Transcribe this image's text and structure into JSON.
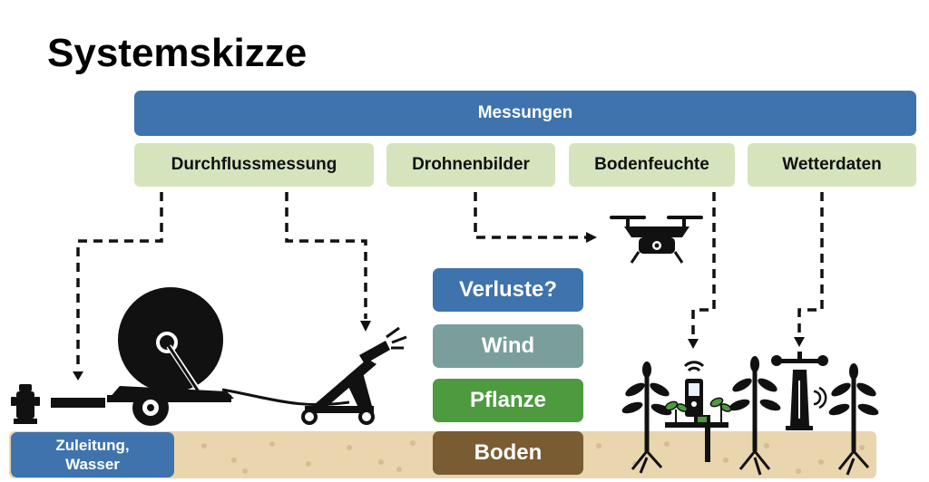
{
  "title": "Systemskizze",
  "header": {
    "label": "Messungen"
  },
  "categories": [
    "Durchflussmessung",
    "Drohnenbilder",
    "Bodenfeuchte",
    "Wetterdaten"
  ],
  "factors": [
    "Verluste?",
    "Wind",
    "Pflanze",
    "Boden"
  ],
  "supply": {
    "line1": "Zuleitung,",
    "line2": "Wasser"
  },
  "colors": {
    "header_blue": "#3e73ad",
    "category_green": "#d6e4bd",
    "wind": "#7a9e9b",
    "plant": "#4e9a3f",
    "soil_dark": "#7a5c33",
    "soil": "#e9d5ae"
  },
  "icons": [
    "hydrant-icon",
    "hose-reel-icon",
    "sprinkler-cart-icon",
    "drone-icon",
    "soil-sensor-icon",
    "anemometer-icon",
    "plant-icon"
  ]
}
